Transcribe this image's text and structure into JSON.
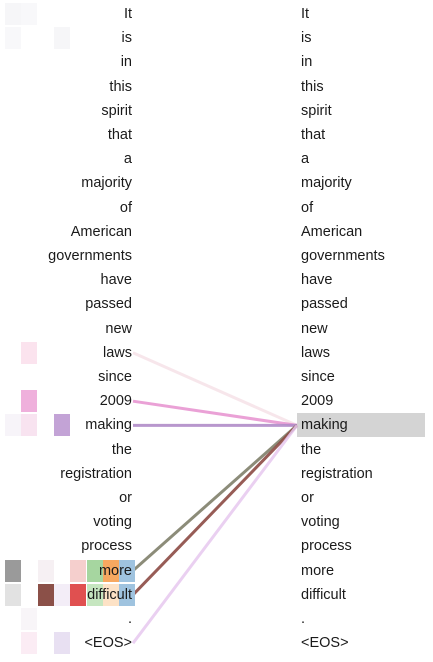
{
  "tokens": [
    "It",
    "is",
    "in",
    "this",
    "spirit",
    "that",
    "a",
    "majority",
    "of",
    "American",
    "governments",
    "have",
    "passed",
    "new",
    "laws",
    "since",
    "2009",
    "making",
    "the",
    "registration",
    "or",
    "voting",
    "process",
    "more",
    "difficult",
    ".",
    "<EOS>"
  ],
  "selected_token": "making",
  "attention_links": [
    {
      "source": "laws",
      "color": "#f2d6dd",
      "opacity": 0.6
    },
    {
      "source": "2009",
      "color": "#e690cf",
      "opacity": 0.85
    },
    {
      "source": "making",
      "color": "#b08cc8",
      "opacity": 0.9
    },
    {
      "source": "more",
      "color": "#7f7f6a",
      "opacity": 0.9
    },
    {
      "source": "difficult",
      "color": "#8c4a44",
      "opacity": 0.9
    },
    {
      "source": "<EOS>",
      "color": "#e6c8ee",
      "opacity": 0.85
    }
  ],
  "head_cells": [
    {
      "token": "It",
      "head": 0,
      "color": "#e8e8ee",
      "opacity": 0.4
    },
    {
      "token": "It",
      "head": 1,
      "color": "#e8e8ee",
      "opacity": 0.3
    },
    {
      "token": "is",
      "head": 0,
      "color": "#e8e8ee",
      "opacity": 0.3
    },
    {
      "token": "is",
      "head": 3,
      "color": "#e8e8ee",
      "opacity": 0.4
    },
    {
      "token": "laws",
      "head": 1,
      "color": "#fbe3ee",
      "opacity": 1
    },
    {
      "token": "2009",
      "head": 1,
      "color": "#efb0dc",
      "opacity": 1
    },
    {
      "token": "making",
      "head": 1,
      "color": "#f7e0ee",
      "opacity": 0.9
    },
    {
      "token": "making",
      "head": 0,
      "color": "#f4f0f6",
      "opacity": 0.7
    },
    {
      "token": "making",
      "head": 3,
      "color": "#c3a3d6",
      "opacity": 1
    },
    {
      "token": "more",
      "head": 0,
      "color": "#9a9a9a",
      "opacity": 1
    },
    {
      "token": "more",
      "head": 2,
      "color": "#f6f0f3",
      "opacity": 1
    },
    {
      "token": "more",
      "head": 4,
      "color": "#f5cfcd",
      "opacity": 1
    },
    {
      "token": "more",
      "head": 5,
      "color": "#a6d6a0",
      "opacity": 1
    },
    {
      "token": "more",
      "head": 6,
      "color": "#f7a860",
      "opacity": 1
    },
    {
      "token": "more",
      "head": 7,
      "color": "#9fc3df",
      "opacity": 1
    },
    {
      "token": "difficult",
      "head": 0,
      "color": "#e2e2e2",
      "opacity": 1
    },
    {
      "token": "difficult",
      "head": 2,
      "color": "#8b5048",
      "opacity": 1
    },
    {
      "token": "difficult",
      "head": 3,
      "color": "#f3edf7",
      "opacity": 1
    },
    {
      "token": "difficult",
      "head": 4,
      "color": "#e05050",
      "opacity": 1
    },
    {
      "token": "difficult",
      "head": 5,
      "color": "#c6e6c0",
      "opacity": 1
    },
    {
      "token": "difficult",
      "head": 6,
      "color": "#fde2c6",
      "opacity": 1
    },
    {
      "token": "difficult",
      "head": 7,
      "color": "#9fc3df",
      "opacity": 1
    },
    {
      "token": ".",
      "head": 1,
      "color": "#f4eef4",
      "opacity": 0.6
    },
    {
      "token": "<EOS>",
      "head": 1,
      "color": "#fbeaf3",
      "opacity": 0.9
    },
    {
      "token": "<EOS>",
      "head": 3,
      "color": "#e8e0f2",
      "opacity": 1
    }
  ]
}
